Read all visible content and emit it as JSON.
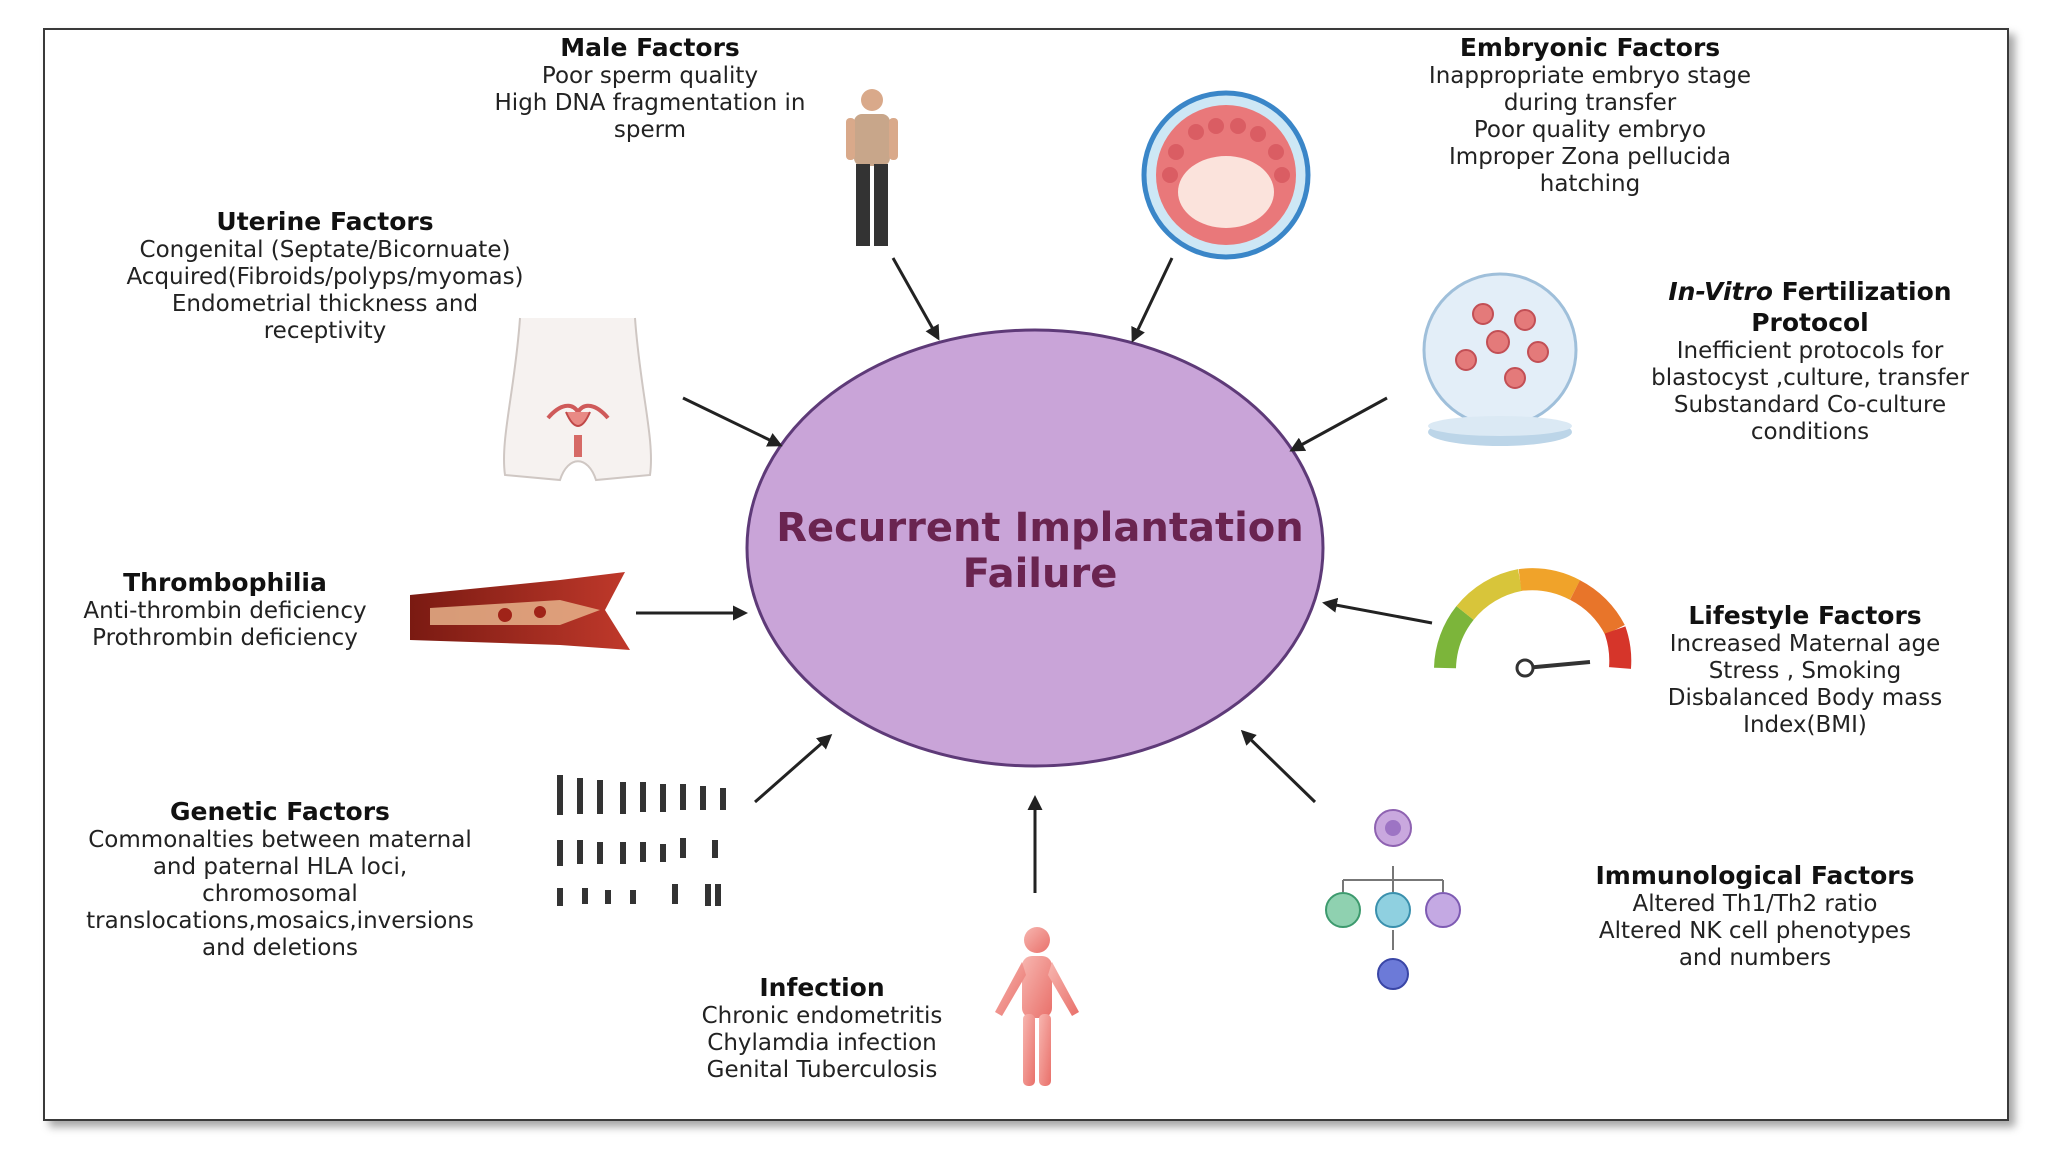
{
  "center": {
    "line1": "Recurrent Implantation",
    "line2": "Failure"
  },
  "factors": {
    "male": {
      "title": "Male Factors",
      "lines": [
        "Poor sperm quality",
        "High DNA fragmentation in",
        "sperm"
      ]
    },
    "embryonic": {
      "title": "Embryonic Factors",
      "lines": [
        "Inappropriate embryo stage",
        "during transfer",
        "Poor quality embryo",
        "Improper Zona pellucida",
        "hatching"
      ]
    },
    "uterine": {
      "title": "Uterine Factors",
      "lines": [
        "Congenital (Septate/Bicornuate)",
        "Acquired(Fibroids/polyps/myomas)",
        "Endometrial thickness and",
        "receptivity"
      ]
    },
    "ivf": {
      "title_italic": "In-Vitro",
      "title_rest": " Fertilization",
      "title_line2": "Protocol",
      "lines": [
        "Inefficient protocols for",
        "blastocyst ,culture, transfer",
        "Substandard Co-culture",
        "conditions"
      ]
    },
    "thrombophilia": {
      "title": "Thrombophilia",
      "lines": [
        "Anti-thrombin deficiency",
        "Prothrombin deficiency"
      ]
    },
    "lifestyle": {
      "title": "Lifestyle Factors",
      "lines": [
        "Increased Maternal age",
        "Stress , Smoking",
        "Disbalanced  Body mass",
        "Index(BMI)"
      ]
    },
    "genetic": {
      "title": "Genetic Factors",
      "lines": [
        "Commonalties between maternal",
        "and paternal HLA loci,",
        "chromosomal",
        "translocations,mosaics,inversions",
        "and deletions"
      ]
    },
    "infection": {
      "title": "Infection",
      "lines": [
        "Chronic endometritis",
        "Chylamdia infection",
        "Genital Tuberculosis"
      ]
    },
    "immunological": {
      "title": "Immunological Factors",
      "lines": [
        "Altered Th1/Th2 ratio",
        "Altered NK cell phenotypes",
        "and numbers"
      ]
    }
  },
  "colors": {
    "circle_fill": "#c9a4d8",
    "circle_stroke": "#5e3a78",
    "center_text": "#6a2450",
    "arrow": "#222222"
  }
}
